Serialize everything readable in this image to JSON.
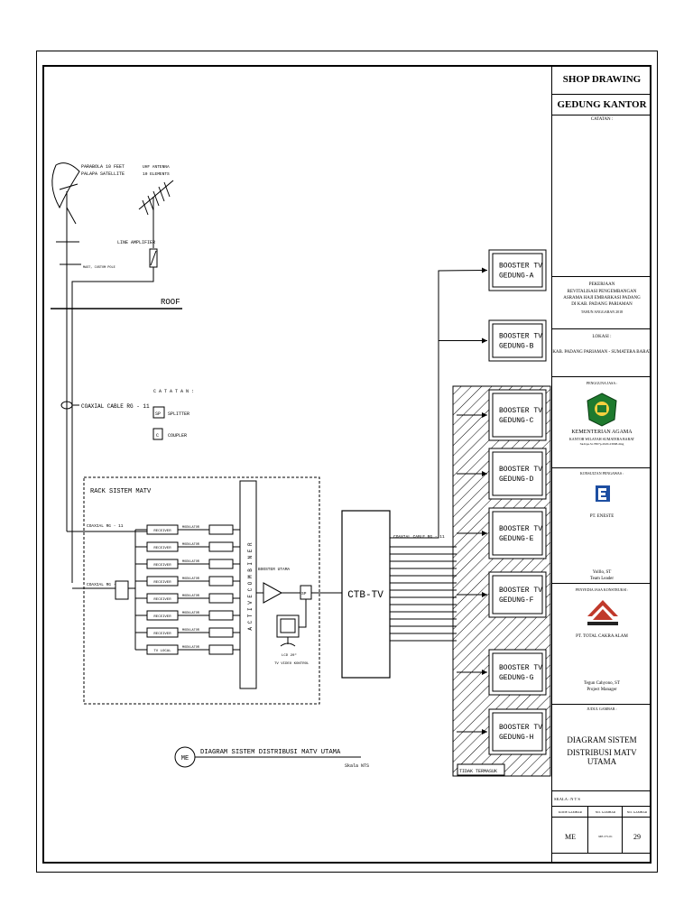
{
  "title_block": {
    "shop_drawing": "SHOP DRAWING",
    "gedung": "GEDUNG KANTOR",
    "catatan": "CATATAN :",
    "pekerjaan_label": "PEKERJAAN",
    "pekerjaan_lines": [
      "REVITALISASI PENGEMBANGAN",
      "ASRAMA HAJI EMBARKASI PADANG",
      "DI KAB. PADANG PARIAMAN",
      "TAHUN ANGGARAN 2018"
    ],
    "lokasi_label": "LOKASI :",
    "lokasi": "KAB. PADANG PARIAMAN - SUMATERA BARAT",
    "pengguna_label": "PENGGUNA JASA :",
    "pengguna": "KEMENTERIAN AGAMA",
    "pengguna_sub": [
      "KANTOR WILAYAH SUMATERA BARAT",
      "Sk.Kpa.Sr.7807p.2020-23098.ding"
    ],
    "konsultan_label": "KONSULTAN PENGAWAS :",
    "konsultan": "PT. ENESTE",
    "konsultan_person": "Yolllo, ST",
    "konsultan_role": "Team Leader",
    "penyedia_label": "PENYEDIA JASA KONSTRUKSI :",
    "penyedia": "PT. TOTAL CAKRA ALAM",
    "penyedia_person": "Tegun Cahyono, ST",
    "penyedia_role": "Project Manager",
    "judul_label": "JUDUL GAMBAR :",
    "judul": [
      "DIAGRAM SISTEM",
      "DISTRIBUSI MATV UTAMA"
    ],
    "skala": "SKALA :  N T S",
    "kode_label": "KODE GAMBAR",
    "no_gambar_label": "NO. GAMBAR",
    "no_lembar_label": "NO. GAMBAR",
    "kode": "ME",
    "no_gambar": "ME-TV-01",
    "no_lembar": "29"
  },
  "diagram": {
    "parabola": [
      "PARABOLA 10 FEET",
      "PALAPA SATELLITE"
    ],
    "uhf": [
      "UHF ANTENNA",
      "10 ELEMENTS"
    ],
    "line_amp": "LINE AMPLIFIER",
    "mast": "MAST, CUSTOM POLE",
    "roof": "ROOF",
    "coax": "COAXIAL CABLE RG - 11",
    "catatan": "C A T A T A N :",
    "legend_sp": "SPLITTER",
    "legend_c": "COUPLER",
    "rack": "RACK SISTEM MATV",
    "rack_coax1": "COAXIAL RG - 11",
    "rack_coax2": "COAXIAL RG - 11",
    "combiner": "A C T I V E   C O M B I N E R",
    "booster_utama": "BOOSTER UTAMA",
    "monitor": [
      "LCD 20\"",
      "TV VIDEO KONTROL"
    ],
    "ctb": "CTB-TV",
    "ctb_coax": "COAXIAL CABLE RG - 11",
    "tuner_labels": [
      "RECEIVER",
      "RECEIVER",
      "RECEIVER",
      "RECEIVER",
      "RECEIVER",
      "RECEIVER",
      "RECEIVER",
      "TV LOCAL"
    ],
    "mod_labels": [
      "MODULATOR",
      "MODULATOR",
      "MODULATOR",
      "MODULATOR",
      "MODULATOR",
      "MODULATOR",
      "MODULATOR",
      "MODULATOR"
    ],
    "boosters": [
      [
        "BOOSTER TV",
        "GEDUNG-A"
      ],
      [
        "BOOSTER TV",
        "GEDUNG-B"
      ],
      [
        "BOOSTER TV",
        "GEDUNG-C"
      ],
      [
        "BOOSTER TV",
        "GEDUNG-D"
      ],
      [
        "BOOSTER TV",
        "GEDUNG-E"
      ],
      [
        "BOOSTER TV",
        "GEDUNG-F"
      ],
      [
        "BOOSTER TV",
        "GEDUNG-G"
      ],
      [
        "BOOSTER TV",
        "GEDUNG-H"
      ]
    ],
    "hatch_note": "TIDAK TERMASUK",
    "title_tag": "ME",
    "title": "DIAGRAM SISTEM DISTRIBUSI MATV UTAMA",
    "scale": "Skala  NTS"
  }
}
